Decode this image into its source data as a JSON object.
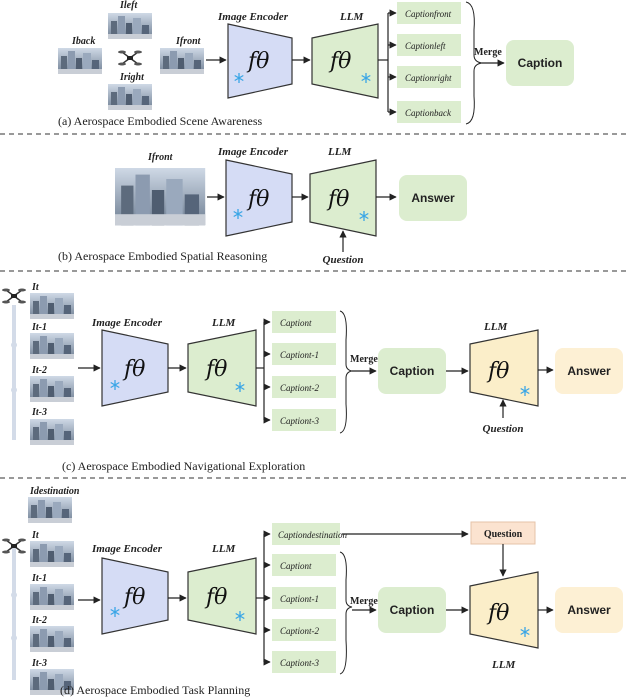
{
  "common": {
    "image_encoder": "Image Encoder",
    "llm": "LLM",
    "f_theta": "fθ",
    "merge": "Merge",
    "caption": "Caption",
    "answer": "Answer",
    "question": "Question"
  },
  "a": {
    "label": "(a) Aerospace Embodied Scene Awareness",
    "images": {
      "left": "Ileft",
      "back": "Iback",
      "front": "Ifront",
      "right": "Iright"
    },
    "captions": [
      "Captionfront",
      "Captionleft",
      "Captionright",
      "Captionback"
    ]
  },
  "b": {
    "label": "(b) Aerospace Embodied Spatial Reasoning",
    "image": "Ifront"
  },
  "c": {
    "label": "(c) Aerospace Embodied Navigational Exploration",
    "images": [
      "It",
      "It-1",
      "It-2",
      "It-3"
    ],
    "captions": [
      "Captiont",
      "Captiont-1",
      "Captiont-2",
      "Captiont-3"
    ]
  },
  "d": {
    "label": "(d) Aerospace Embodied Task Planning",
    "images": [
      "Idestination",
      "It",
      "It-1",
      "It-2",
      "It-3"
    ],
    "captions": [
      "Captiondestination",
      "Captiont",
      "Captiont-1",
      "Captiont-2",
      "Captiont-3"
    ]
  }
}
